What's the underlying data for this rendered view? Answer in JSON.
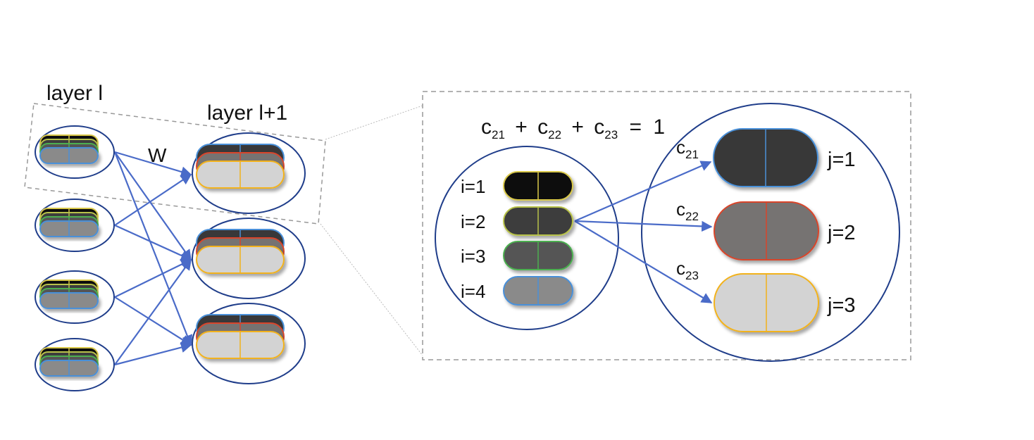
{
  "left_panel": {
    "layer_l_label": "layer l",
    "layer_l1_label": "layer l+1",
    "weight_label": "W"
  },
  "detail": {
    "equation": {
      "c": "c",
      "terms": [
        "21",
        "22",
        "23"
      ],
      "plus": "+",
      "equals": "=",
      "rhs": "1"
    },
    "inputs": [
      {
        "label": "i=1",
        "fill": "#0d0d0d",
        "stroke": "#d9c84a"
      },
      {
        "label": "i=2",
        "fill": "#3d3d3d",
        "stroke": "#b8c24a"
      },
      {
        "label": "i=3",
        "fill": "#555555",
        "stroke": "#4caf50"
      },
      {
        "label": "i=4",
        "fill": "#8a8a8a",
        "stroke": "#4a90d9"
      }
    ],
    "outputs": [
      {
        "label": "j=1",
        "coef": "c",
        "coef_sub": "21",
        "fill": "#393839",
        "stroke": "#4a90d9"
      },
      {
        "label": "j=2",
        "coef": "c",
        "coef_sub": "22",
        "fill": "#767372",
        "stroke": "#d9452b"
      },
      {
        "label": "j=3",
        "coef": "c",
        "coef_sub": "23",
        "fill": "#d3d3d3",
        "stroke": "#f2b21b"
      }
    ]
  },
  "colors": {
    "arrow": "#4a6bc8",
    "circle": "#1f3d8a",
    "dashed": "#999999",
    "divider": "#4a90d9"
  }
}
